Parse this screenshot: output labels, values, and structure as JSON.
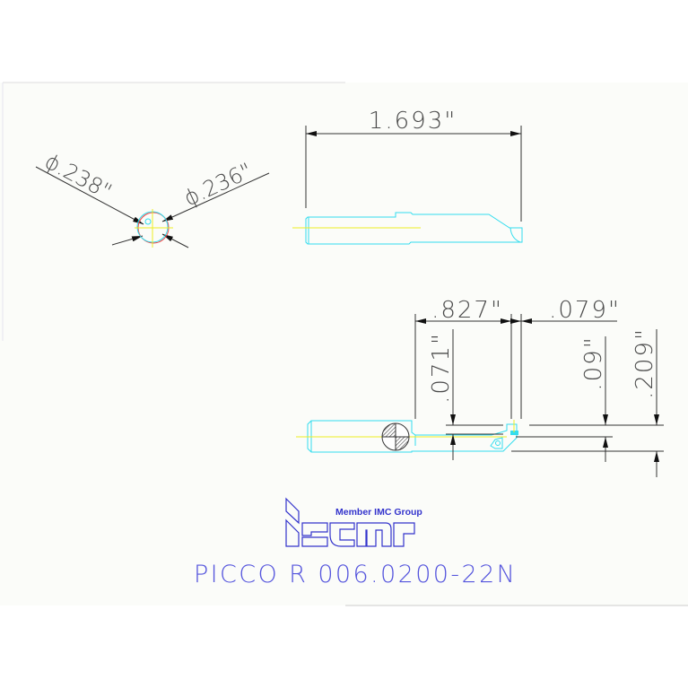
{
  "drawing": {
    "end_view": {
      "dia_left": "ϕ.238\"",
      "dia_right": "ϕ.236\""
    },
    "side_view": {
      "overall_length": "1.693\""
    },
    "bottom_view": {
      "length_a": ".827\"",
      "length_b": ".079\"",
      "height_a": ".071\"",
      "height_b": ".09\"",
      "height_c": ".209\""
    }
  },
  "logo": {
    "brand": "iscar",
    "tagline": "Member IMC Group"
  },
  "title": "PICCO R 006.0200-22N",
  "colors": {
    "outline": "#33ddee",
    "centerline": "#eeee22",
    "dimension": "#333333",
    "logo": "#3333cc",
    "title": "#5555dd"
  }
}
